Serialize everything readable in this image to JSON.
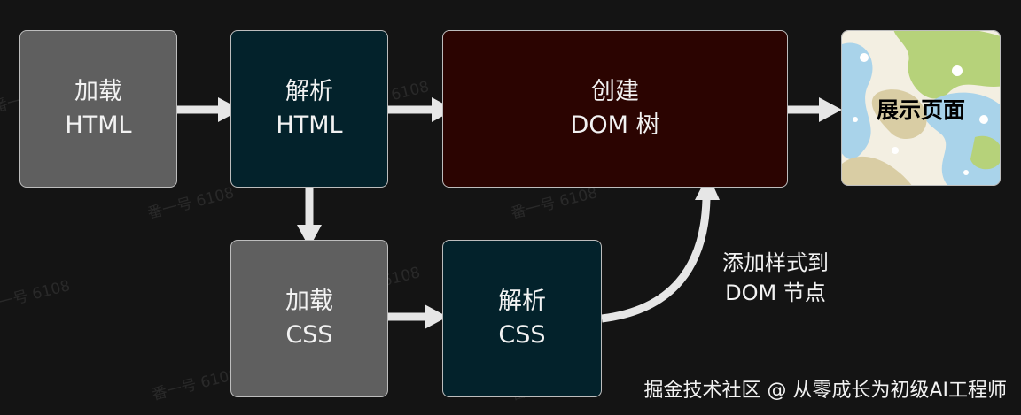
{
  "nodes": {
    "load_html": {
      "line1": "加载",
      "line2": "HTML"
    },
    "parse_html": {
      "line1": "解析",
      "line2": "HTML"
    },
    "create_dom": {
      "line1": "创建",
      "line2": "DOM 树"
    },
    "show_page": {
      "label": "展示页面"
    },
    "load_css": {
      "line1": "加载",
      "line2": "CSS"
    },
    "parse_css": {
      "line1": "解析",
      "line2": "CSS"
    }
  },
  "edge_label": {
    "line1": "添加样式到",
    "line2": "DOM 节点"
  },
  "watermark": "番一号 6108",
  "credit": "掘金技术社区 @ 从零成长为初级AI工程师",
  "colors": {
    "background": "#141414",
    "gray_box": "#5f5f5f",
    "teal_box": "#03222b",
    "maroon_box": "#2b0401",
    "arrow": "#e6e6e6",
    "border": "#bdbdbd"
  }
}
